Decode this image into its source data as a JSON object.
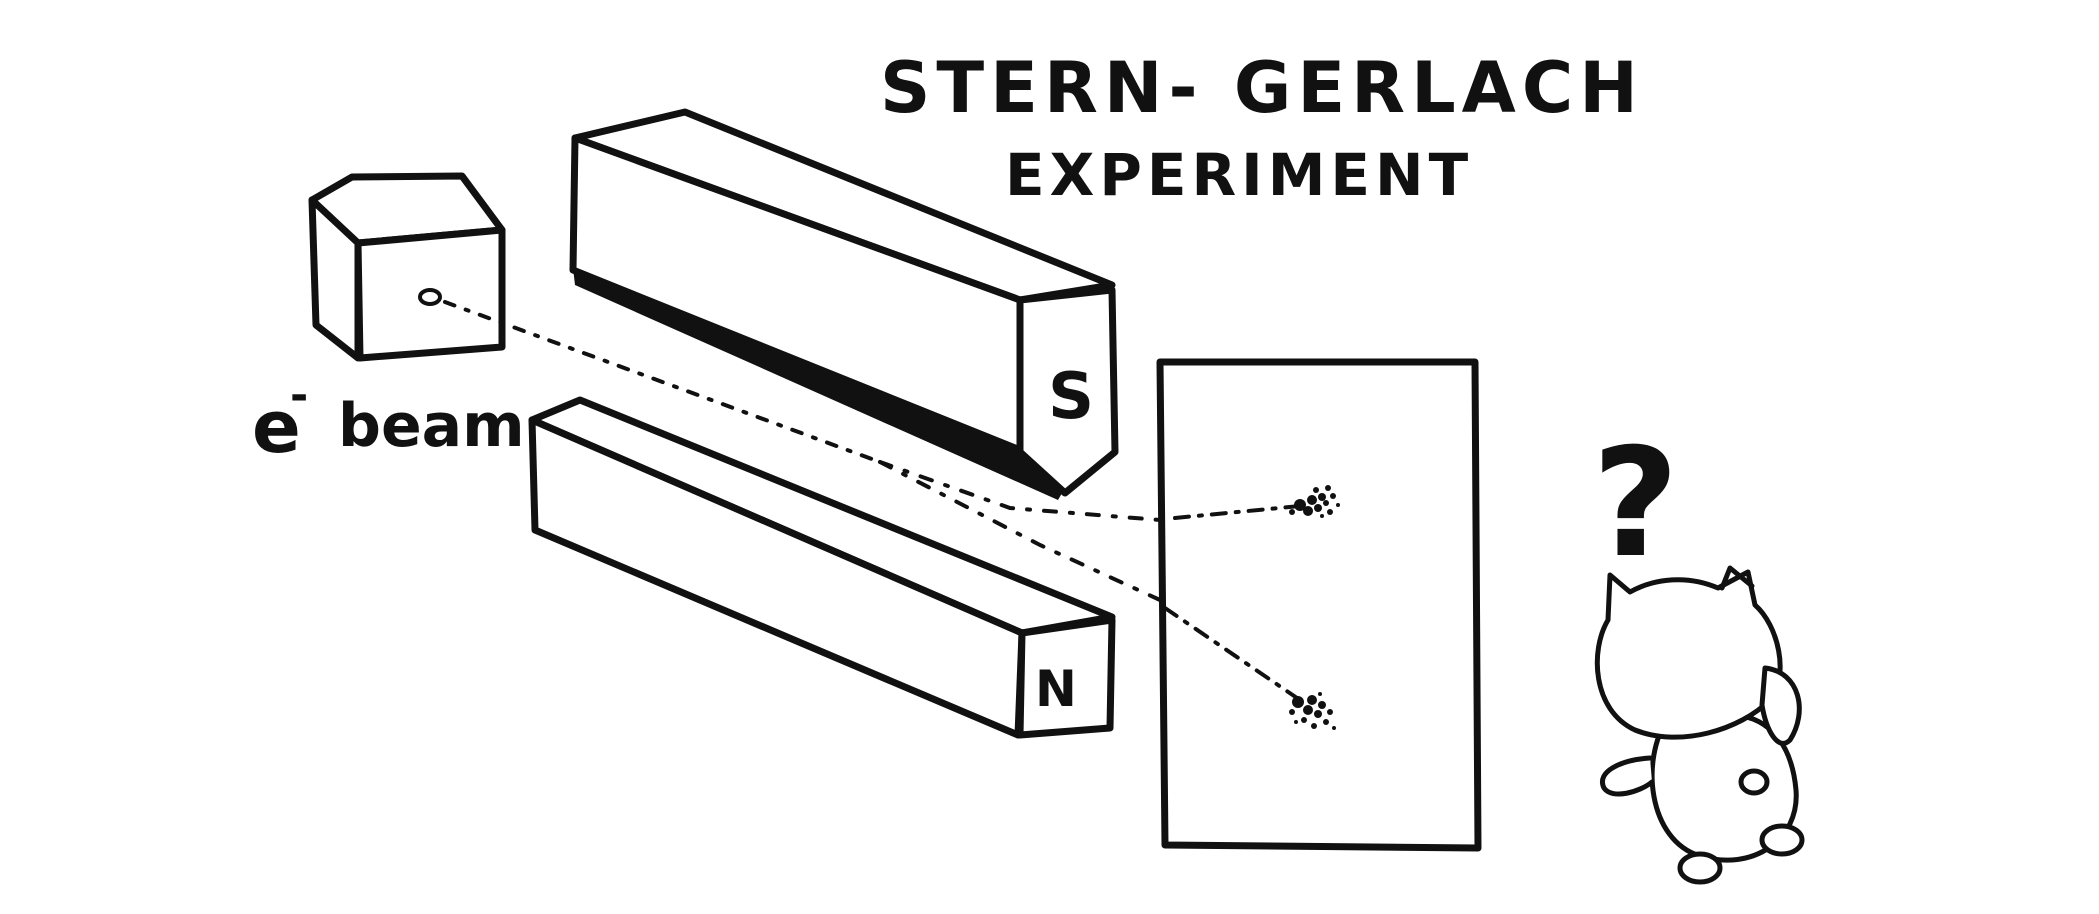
{
  "title": {
    "line1": "STERN- GERLACH",
    "line2": "EXPERIMENT"
  },
  "source_label": {
    "symbol": "e",
    "superscript": "-",
    "word": "beam"
  },
  "magnets": {
    "top_pole": "S",
    "bottom_pole": "N"
  },
  "observer": {
    "thought": "?"
  },
  "colors": {
    "ink": "#111111",
    "paper": "#ffffff"
  }
}
